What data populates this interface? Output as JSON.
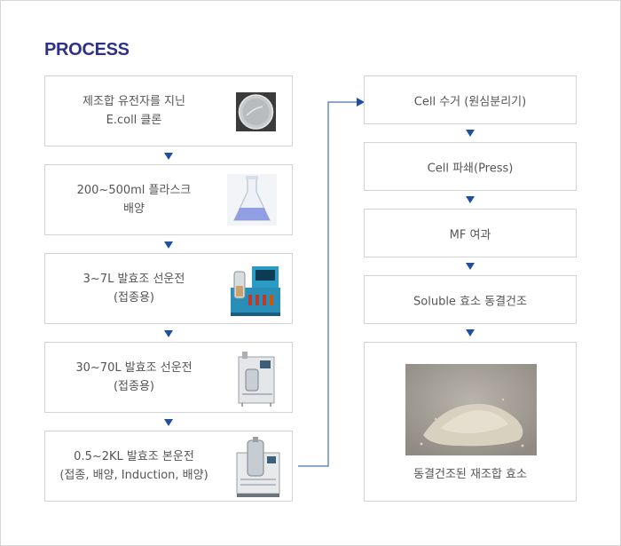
{
  "title": "PROCESS",
  "accent": "#1f4f9f",
  "left_steps": [
    {
      "lines": [
        "제조합 유전자를 지닌",
        "E.coll 클론"
      ],
      "image": "petri-dish-icon"
    },
    {
      "lines": [
        "200~500ml 플라스크",
        "배양"
      ],
      "image": "flask-icon"
    },
    {
      "lines": [
        "3~7L 발효조 선운전",
        "(접종용)"
      ],
      "image": "fermenter-small-icon"
    },
    {
      "lines": [
        "30~70L 발효조 선운전",
        "(접종용)"
      ],
      "image": "fermenter-medium-icon"
    },
    {
      "lines": [
        "0.5~2KL 발효조 본운전",
        "(접종, 배양, Induction, 배양)"
      ],
      "image": "fermenter-large-icon"
    }
  ],
  "right_steps": [
    {
      "label": "Cell 수거 (원심분리기)"
    },
    {
      "label": "Cell 파쇄(Press)"
    },
    {
      "label": "MF 여과"
    },
    {
      "label": "Soluble 효소 동결건조"
    }
  ],
  "final_step": {
    "label": "동결건조된 재조합 효소",
    "image": "powder-photo"
  }
}
